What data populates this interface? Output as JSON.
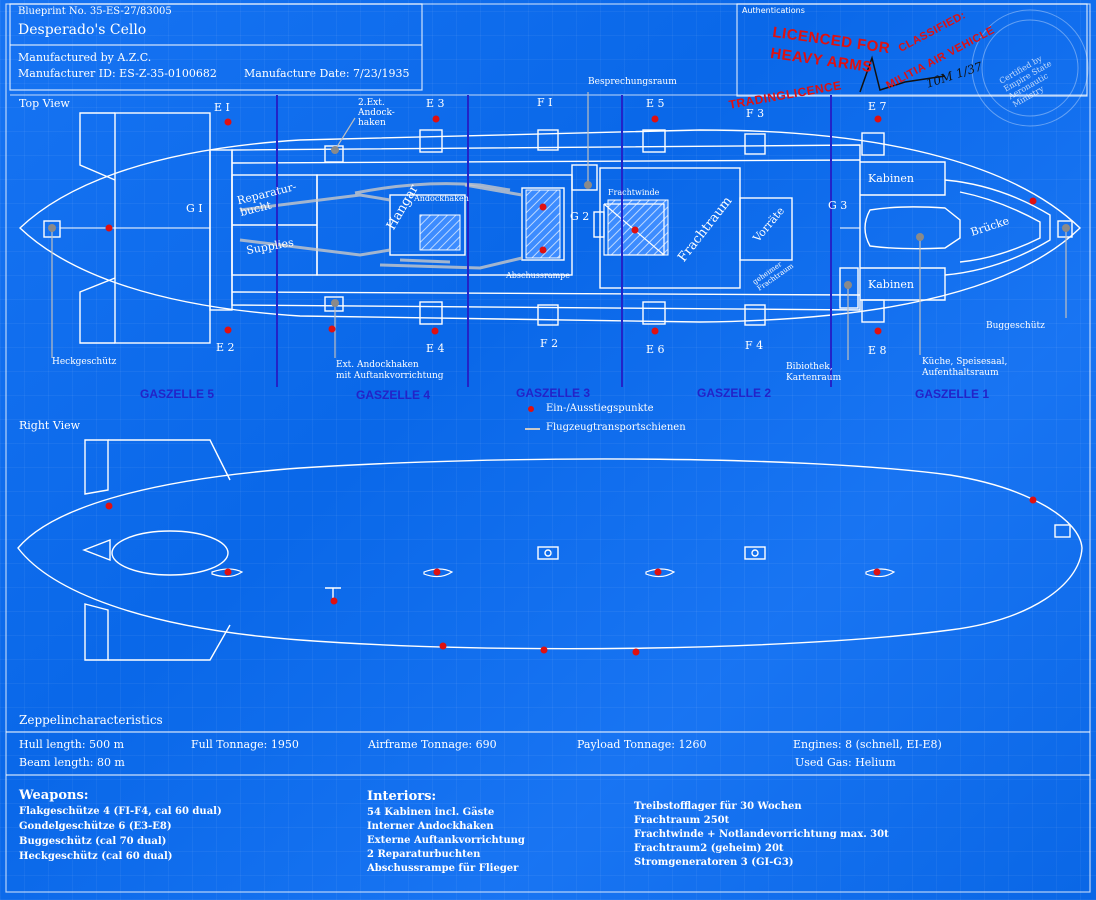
{
  "header": {
    "blueprint_no": "Blueprint No. 35-ES-27/83005",
    "title": "Desperado's Cello",
    "manufacturer": "Manufactured by A.Z.C.",
    "manufacturer_id": "Manufacturer ID: ES-Z-35-0100682",
    "manufacture_date": "Manufacture Date: 7/23/1935"
  },
  "authentications": {
    "label": "Authentications",
    "stamp_licenced": "LICENCED FOR",
    "stamp_heavy": "HEAVY ARMS",
    "stamp_trading": "TRADINGLICENCE",
    "stamp_classified": "CLASSIFIED:",
    "stamp_militia": "MILITIA AIR VEHICLE",
    "signature_date": "10M 1/37",
    "seal_text": "Certified by Empire State Aeronautic Ministry"
  },
  "top_view": {
    "title": "Top View",
    "engines": {
      "e1": "E I",
      "e2": "E 2",
      "e3": "E 3",
      "e4": "E 4",
      "e5": "E 5",
      "e6": "E 6",
      "e7": "E 7",
      "e8": "E 8"
    },
    "flak": {
      "f1": "F I",
      "f2": "F 2",
      "f3": "F 3",
      "f4": "F 4"
    },
    "generators": {
      "g1": "G I",
      "g2": "G 2",
      "g3": "G 3"
    },
    "rooms": {
      "reparaturbucht": "Reparatur-\nbucht",
      "supplies": "Supplies",
      "hangar": "Hangar",
      "andockhaken": "Andockhaken",
      "abschussrampe": "Abschussrampe",
      "frachtwinde": "Frachtwinde",
      "frachtraum": "Frachtraum",
      "vorraete": "Vorräte",
      "geheimer_frachtraum": "geheimer\nFrachtraum",
      "kabinen_top": "Kabinen",
      "kabinen_bottom": "Kabinen",
      "bruecke": "Brücke"
    },
    "callouts": {
      "ext_andockhaken_2": "2.Ext.\nAndock-\nhaken",
      "besprechungsraum": "Besprechungsraum",
      "heckgeschuetz": "Heckgeschütz",
      "ext_andockhaken_tank": "Ext. Andockhaken\nmit Auftankvorrichtung",
      "bibliothek": "Bibiothek,\nKartenraum",
      "kueche": "Küche, Speisesaal,\nAufenthaltsraum",
      "buggeschuetz": "Buggeschütz"
    },
    "gaszellen": [
      "GASZELLE 5",
      "GASZELLE 4",
      "GASZELLE 3",
      "GASZELLE 2",
      "GASZELLE 1"
    ],
    "legend": {
      "entry_points": "Ein-/Ausstiegspunkte",
      "rails": "Flugzeugtransportschienen"
    }
  },
  "right_view": {
    "title": "Right View"
  },
  "characteristics": {
    "title": "Zeppelincharacteristics",
    "hull_length": "Hull length: 500 m",
    "full_tonnage": "Full Tonnage: 1950",
    "airframe_tonnage": "Airframe Tonnage: 690",
    "payload_tonnage": "Payload Tonnage: 1260",
    "engines": "Engines: 8 (schnell, EI-E8)",
    "beam_length": "Beam length: 80 m",
    "used_gas": "Used Gas: Helium"
  },
  "weapons": {
    "title": "Weapons:",
    "items": [
      "Flakgeschütze 4 (FI-F4, cal 60 dual)",
      "Gondelgeschütze 6 (E3-E8)",
      "Buggeschütz (cal 70 dual)",
      "Heckgeschütz (cal 60 dual)"
    ]
  },
  "interiors": {
    "title": "Interiors:",
    "items": [
      "54 Kabinen incl. Gäste",
      "Interner Andockhaken",
      "Externe Auftankvorrichtung",
      "2 Reparaturbuchten",
      "Abschussrampe für Flieger"
    ]
  },
  "storage": {
    "items": [
      "Treibstofflager für 30 Wochen",
      "Frachtraum 250t",
      "Frachtwinde + Notlandevorrichtung max. 30t",
      "Frachtraum2 (geheim) 20t",
      "Stromgeneratoren 3 (GI-G3)"
    ]
  },
  "colors": {
    "background": "#0a6cf2",
    "line": "#ffffff",
    "marker": "#e01010",
    "gaszelle_divider": "#2323c8"
  }
}
